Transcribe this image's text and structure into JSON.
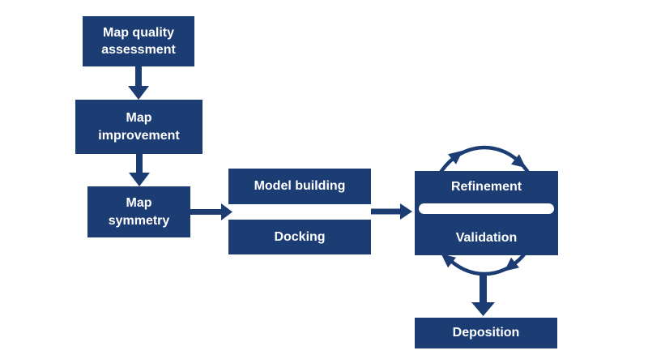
{
  "diagram": {
    "background": "#ffffff",
    "node_fill": "#1c3c74",
    "node_text_color": "#ffffff",
    "nodes": {
      "map_quality": {
        "label": "Map quality\nassessment"
      },
      "map_improvement": {
        "label": "Map\nimprovement"
      },
      "map_symmetry": {
        "label": "Map\nsymmetry"
      },
      "model_building": {
        "label": "Model building"
      },
      "docking": {
        "label": "Docking"
      },
      "refinement": {
        "label": "Refinement"
      },
      "validation": {
        "label": "Validation"
      },
      "deposition": {
        "label": "Deposition"
      }
    },
    "edges": [
      {
        "from": "map_quality",
        "to": "map_improvement",
        "type": "arrow-down"
      },
      {
        "from": "map_improvement",
        "to": "map_symmetry",
        "type": "arrow-down"
      },
      {
        "from": "map_symmetry",
        "to": "model_building_docking",
        "type": "arrow-right"
      },
      {
        "from": "model_building_docking",
        "to": "refinement_validation",
        "type": "arrow-right"
      },
      {
        "from": "refinement_validation",
        "to": "refinement_validation",
        "type": "cycle-clockwise"
      },
      {
        "from": "refinement_validation",
        "to": "deposition",
        "type": "arrow-down"
      }
    ]
  }
}
